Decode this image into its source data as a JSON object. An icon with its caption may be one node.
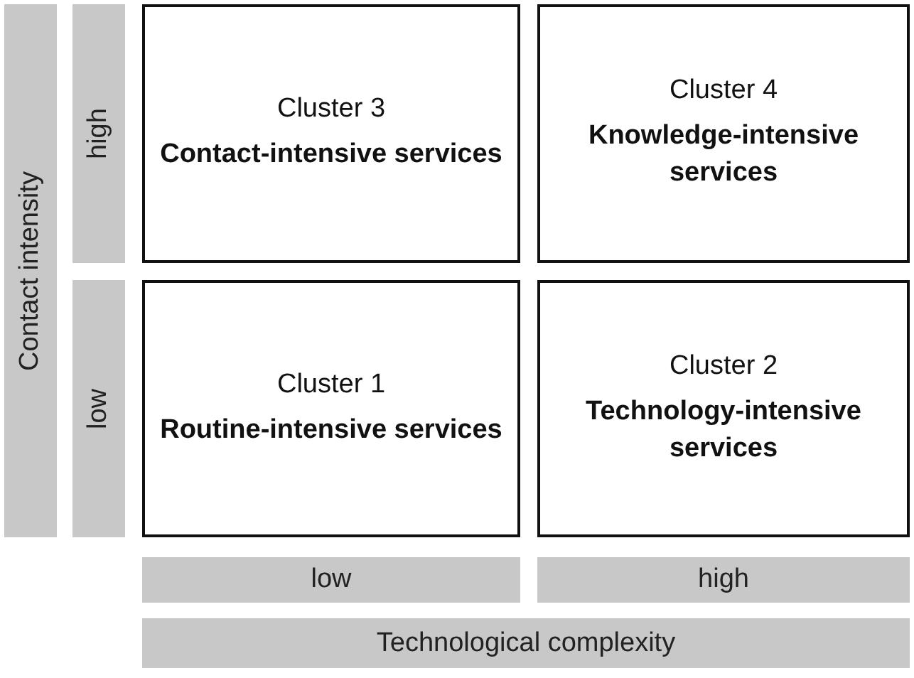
{
  "diagram": {
    "nodes": [
      {
        "text": [
          "Contact intensity"
        ]
      },
      {
        "text": [
          "high"
        ]
      },
      {
        "text": [
          "low"
        ]
      },
      {
        "text": [
          "Cluster 3",
          "Contact-intensive services"
        ]
      },
      {
        "text": [
          "Cluster 4",
          "Knowledge-intensive services"
        ]
      },
      {
        "text": [
          "Cluster 1",
          "Routine-intensive services"
        ]
      },
      {
        "text": [
          "Cluster 2",
          "Technology-intensive services"
        ]
      },
      {
        "text": [
          "low"
        ]
      },
      {
        "text": [
          "high"
        ]
      },
      {
        "text": [
          "Technological complexity"
        ]
      }
    ]
  }
}
